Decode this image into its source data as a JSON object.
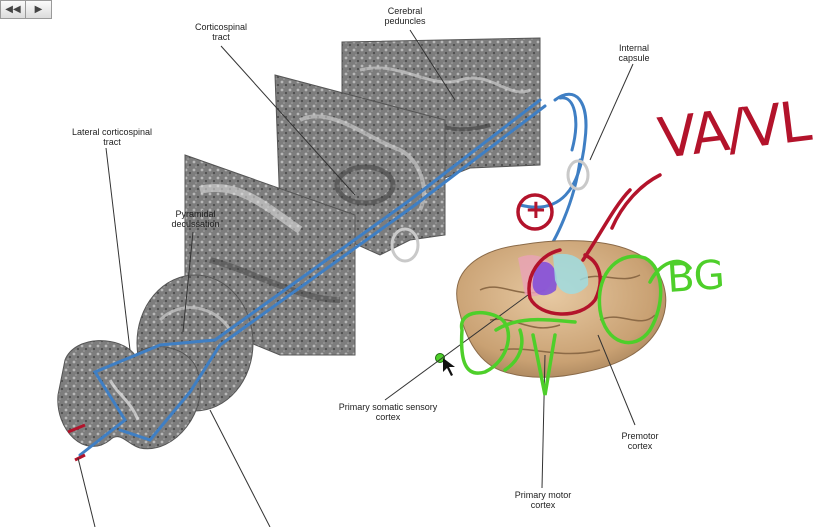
{
  "toolbar": {
    "rewind_icon": "◀◀",
    "play_icon": "▶"
  },
  "labels": {
    "cerebral_peduncles": "Cerebral\npeduncles",
    "corticospinal_tract": "Corticospinal\ntract",
    "internal_capsule": "Internal\ncapsule",
    "lateral_corticospinal_tract": "Lateral corticospinal\ntract",
    "pyramidal_decussation": "Pyramidal\ndecussation",
    "primary_somatic_sensory_cortex": "Primary somatic sensory\ncortex",
    "premotor_cortex": "Premotor\ncortex",
    "primary_motor_cortex": "Primary motor\ncortex"
  },
  "annotations": {
    "thalamus_text": "VA/VL",
    "plus_sign": "+",
    "basal_ganglia_text": "BG"
  },
  "colors": {
    "tract_blue": "#3f7fc4",
    "ink_red": "#b3132b",
    "ink_green": "#4ecf2a",
    "slice_gray": "#8f8f8f"
  }
}
